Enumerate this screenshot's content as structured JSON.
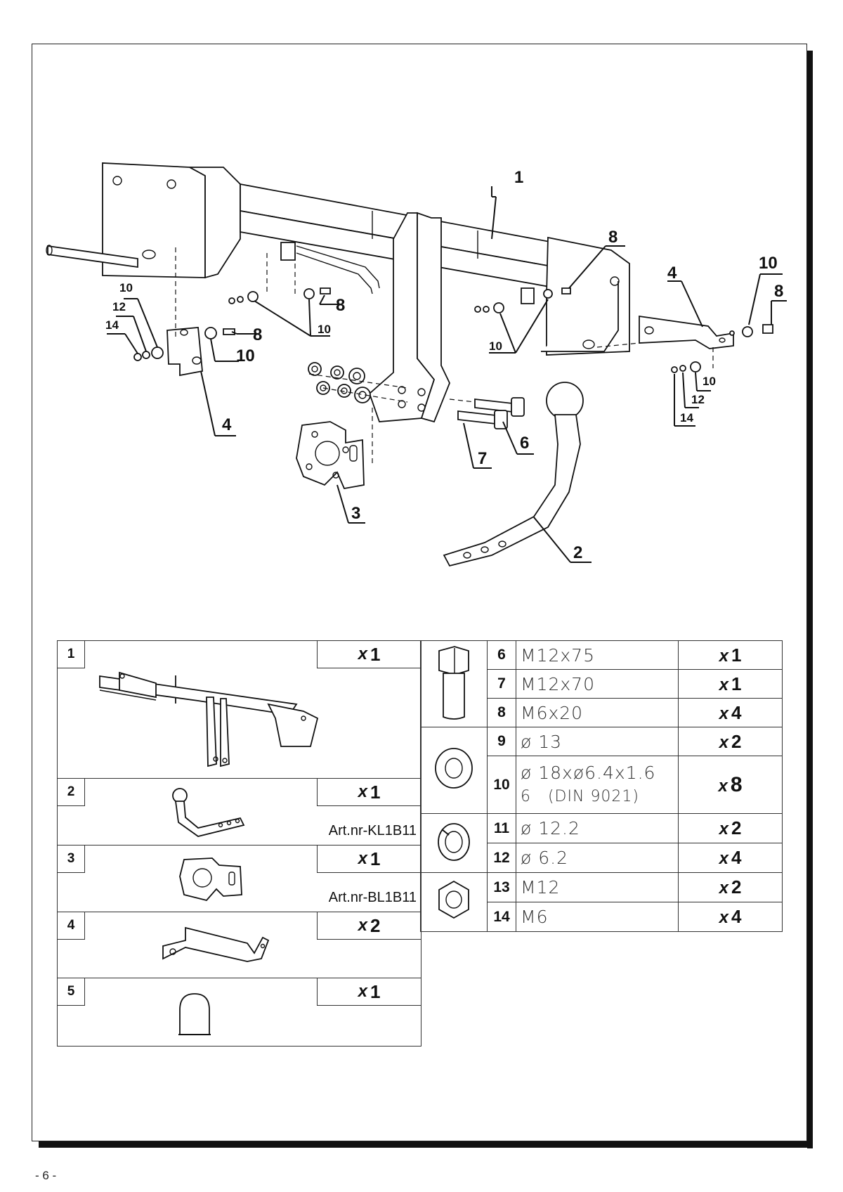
{
  "callouts": {
    "c1": "1",
    "c2": "2",
    "c3": "3",
    "c4a": "4",
    "c4b": "4",
    "c6": "6",
    "c7": "7",
    "c8a": "8",
    "c8b": "8",
    "c8c": "8",
    "c8d": "8",
    "c10a": "10",
    "c10b": "10",
    "c10c": "10",
    "c10d": "10",
    "c10e": "10",
    "c10f": "10",
    "c12a": "12",
    "c12b": "12",
    "c14a": "14",
    "c14b": "14"
  },
  "parts": [
    {
      "num": "1",
      "qty_x": "x",
      "qty_n": "1",
      "art": ""
    },
    {
      "num": "2",
      "qty_x": "x",
      "qty_n": "1",
      "art": "Art.nr-KL1B11"
    },
    {
      "num": "3",
      "qty_x": "x",
      "qty_n": "1",
      "art": "Art.nr-BL1B11"
    },
    {
      "num": "4",
      "qty_x": "x",
      "qty_n": "2",
      "art": ""
    },
    {
      "num": "5",
      "qty_x": "x",
      "qty_n": "1",
      "art": ""
    }
  ],
  "hardware": [
    {
      "num": "6",
      "desc": "M12x75",
      "qty_x": "x",
      "qty_n": "1"
    },
    {
      "num": "7",
      "desc": "M12x70",
      "qty_x": "x",
      "qty_n": "1"
    },
    {
      "num": "8",
      "desc": "M6x20",
      "qty_x": "x",
      "qty_n": "4"
    },
    {
      "num": "9",
      "desc": "ø 13",
      "qty_x": "x",
      "qty_n": "2"
    },
    {
      "num": "10",
      "desc": "ø 18xø6.4x1.6",
      "desc2": "6   (DIN 9021)",
      "qty_x": "x",
      "qty_n": "8"
    },
    {
      "num": "11",
      "desc": "ø 12.2",
      "qty_x": "x",
      "qty_n": "2"
    },
    {
      "num": "12",
      "desc": "ø 6.2",
      "qty_x": "x",
      "qty_n": "4"
    },
    {
      "num": "13",
      "desc": "M12",
      "qty_x": "x",
      "qty_n": "2"
    },
    {
      "num": "14",
      "desc": "M6",
      "qty_x": "x",
      "qty_n": "4"
    }
  ],
  "page_number": "- 6 -"
}
